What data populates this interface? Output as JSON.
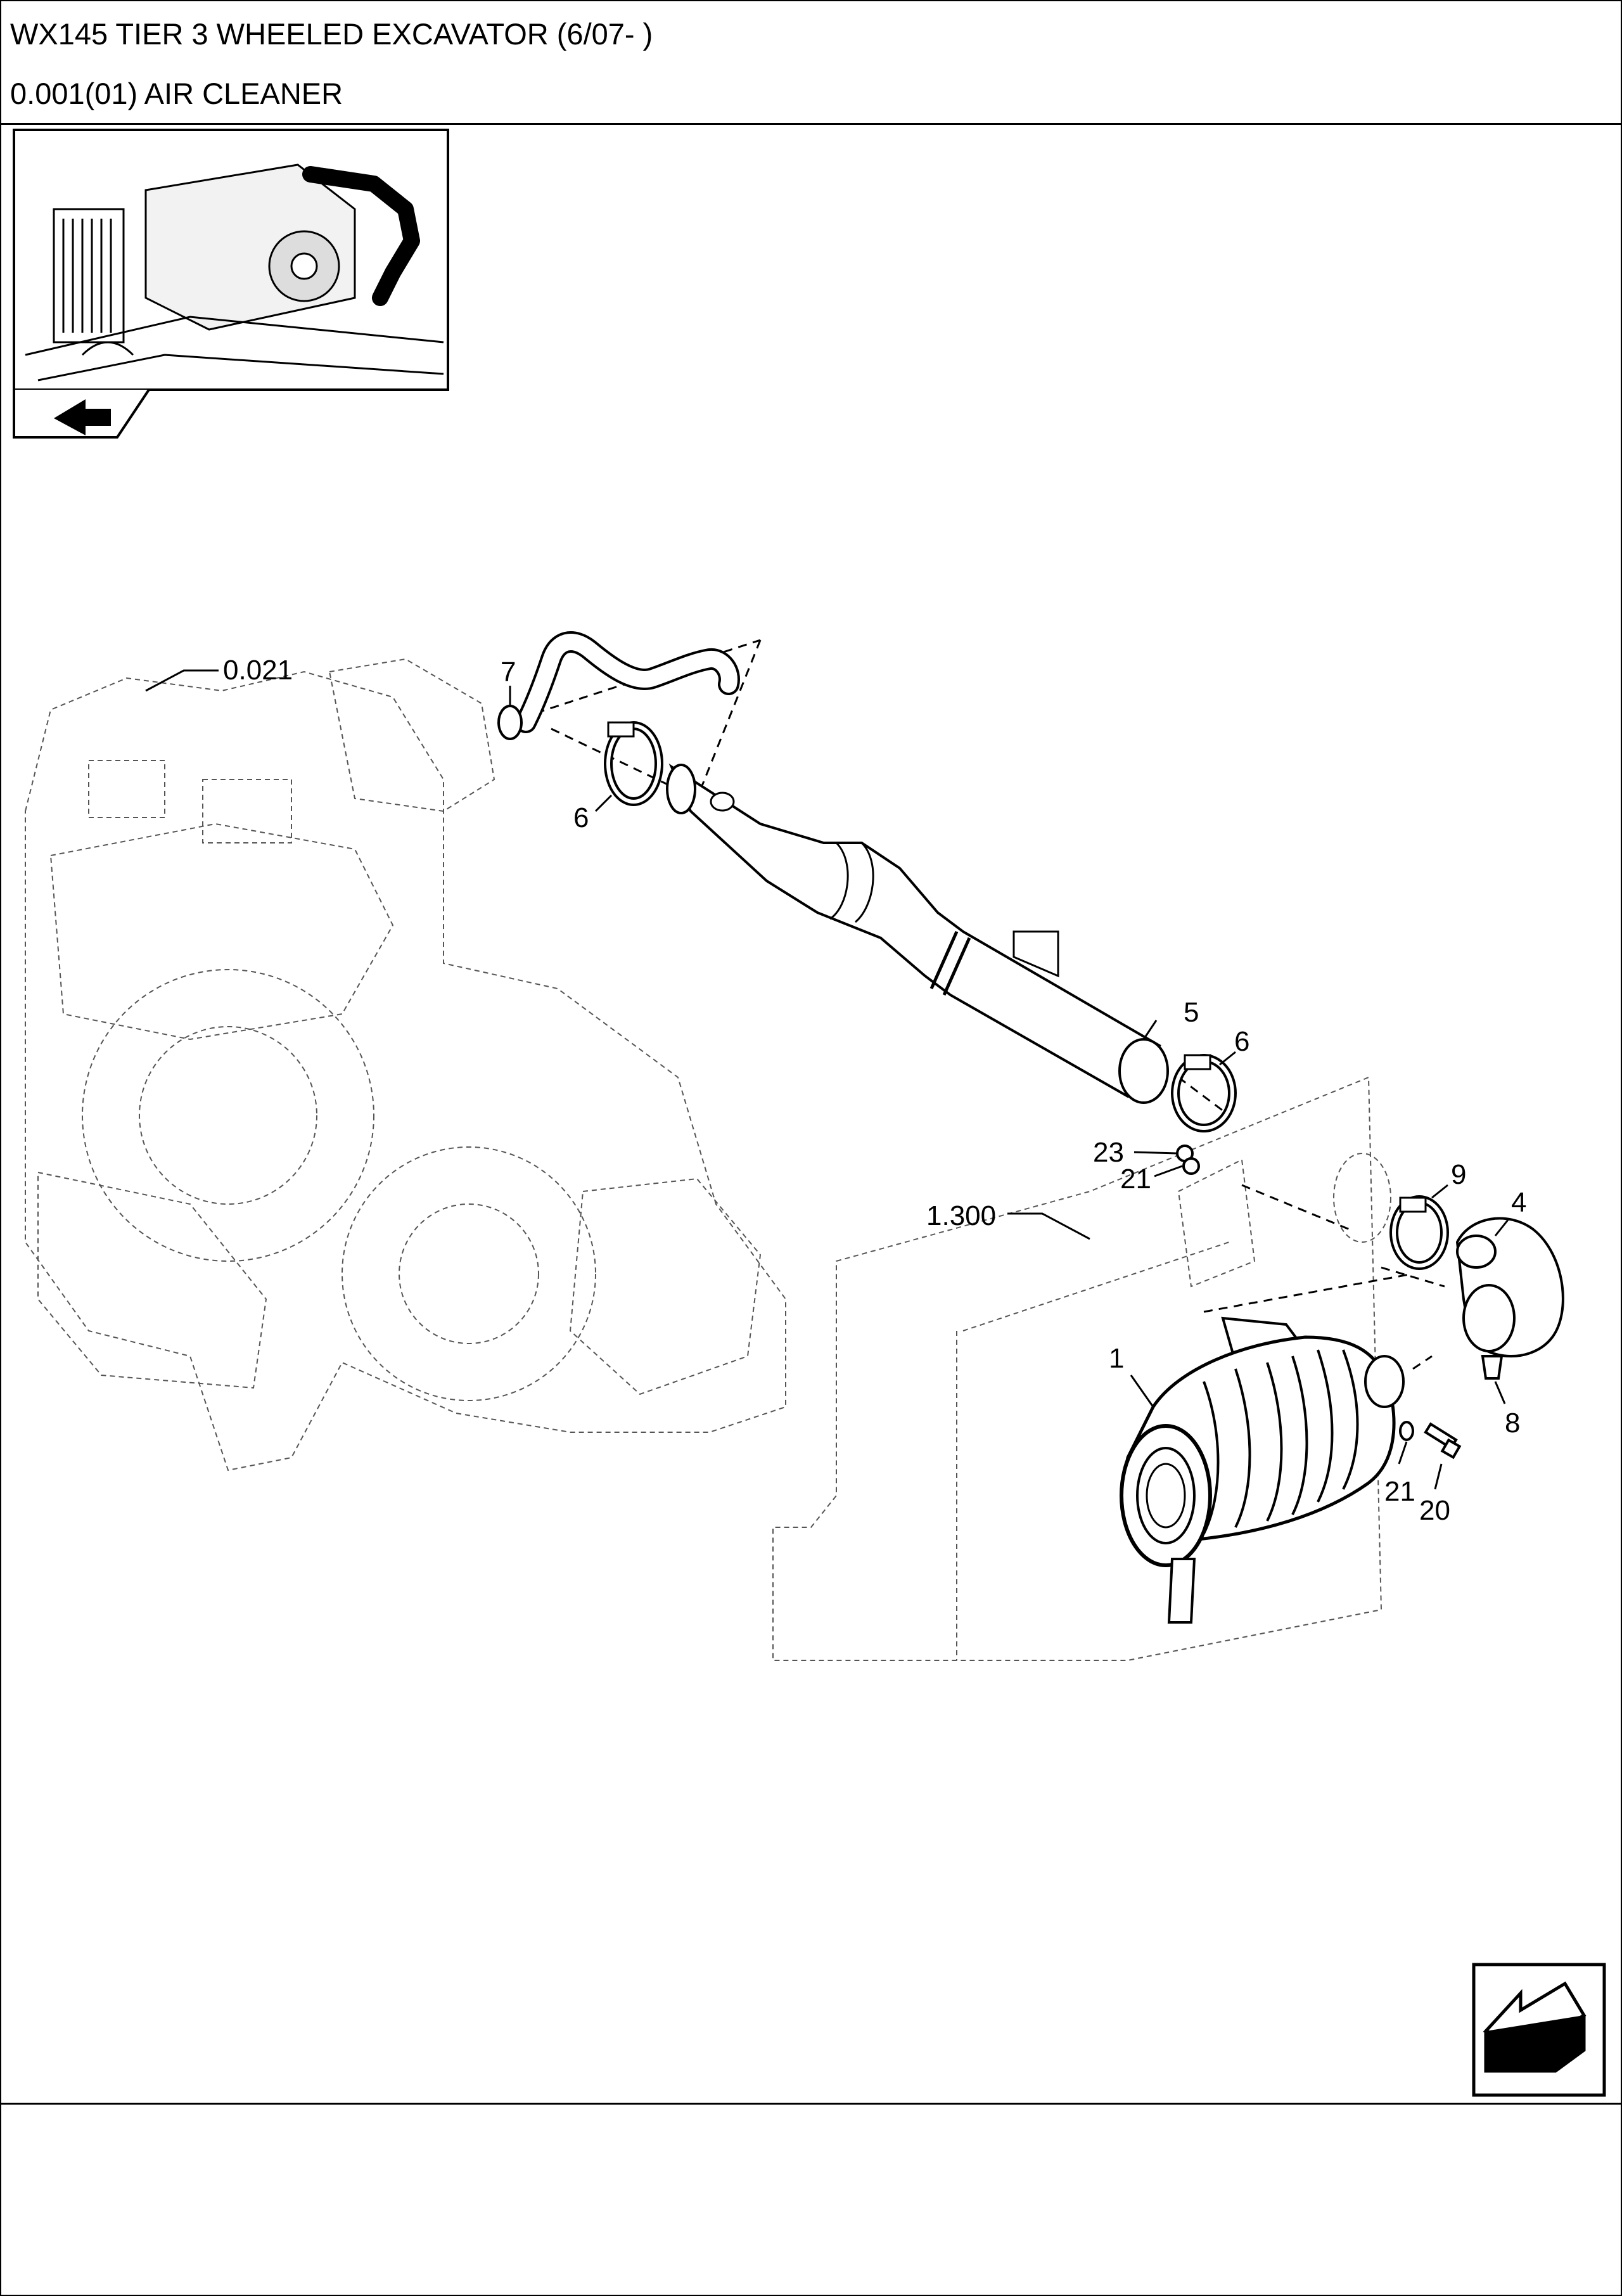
{
  "header": {
    "title": "WX145 TIER 3 WHEELED EXCAVATOR (6/07- )",
    "subtitle": "0.001(01) AIR CLEANER"
  },
  "callouts": {
    "ref_engine": "0.021",
    "ref_frame": "1.300",
    "p7": "7",
    "p6a": "6",
    "p5": "5",
    "p6b": "6",
    "p23": "23",
    "p21a": "21",
    "p9": "9",
    "p4": "4",
    "p1": "1",
    "p8": "8",
    "p21b": "21",
    "p20": "20"
  },
  "icons": {
    "inset_nav": "back-arrow-icon",
    "next_page": "next-page-arrow-icon"
  }
}
